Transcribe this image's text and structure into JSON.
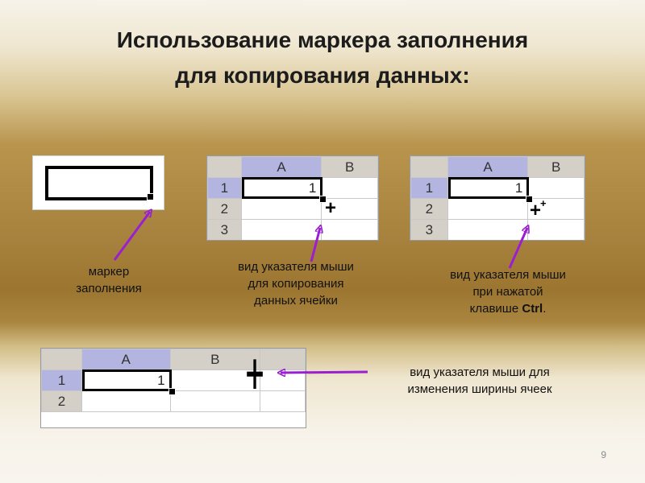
{
  "title": {
    "line1": "Использование маркера заполнения",
    "line2": "для копирования данных:"
  },
  "captions": {
    "marker": [
      "маркер",
      "заполнения"
    ],
    "copy_cursor": [
      "вид указателя мыши",
      "для копирования",
      "данных ячейки"
    ],
    "ctrl_cursor_line1": "вид указателя мыши",
    "ctrl_cursor_line2": "при нажатой",
    "ctrl_cursor_line3_prefix": "клавише",
    "ctrl_cursor_key": "Ctrl",
    "ctrl_cursor_line3_suffix": ".",
    "width_cursor": [
      "вид указателя мыши для",
      "изменения ширины ячеек"
    ]
  },
  "sheet": {
    "col_a": "A",
    "col_b": "B",
    "row_1": "1",
    "row_2": "2",
    "row_3": "3",
    "cell_a1": "1"
  },
  "cursors": {
    "plus": "+",
    "plus_ctrl_small": "+",
    "resize": "┿"
  },
  "colors": {
    "arrow": "#9a1fd0",
    "selected_header": "#b3b5e0"
  },
  "page_number": "9"
}
